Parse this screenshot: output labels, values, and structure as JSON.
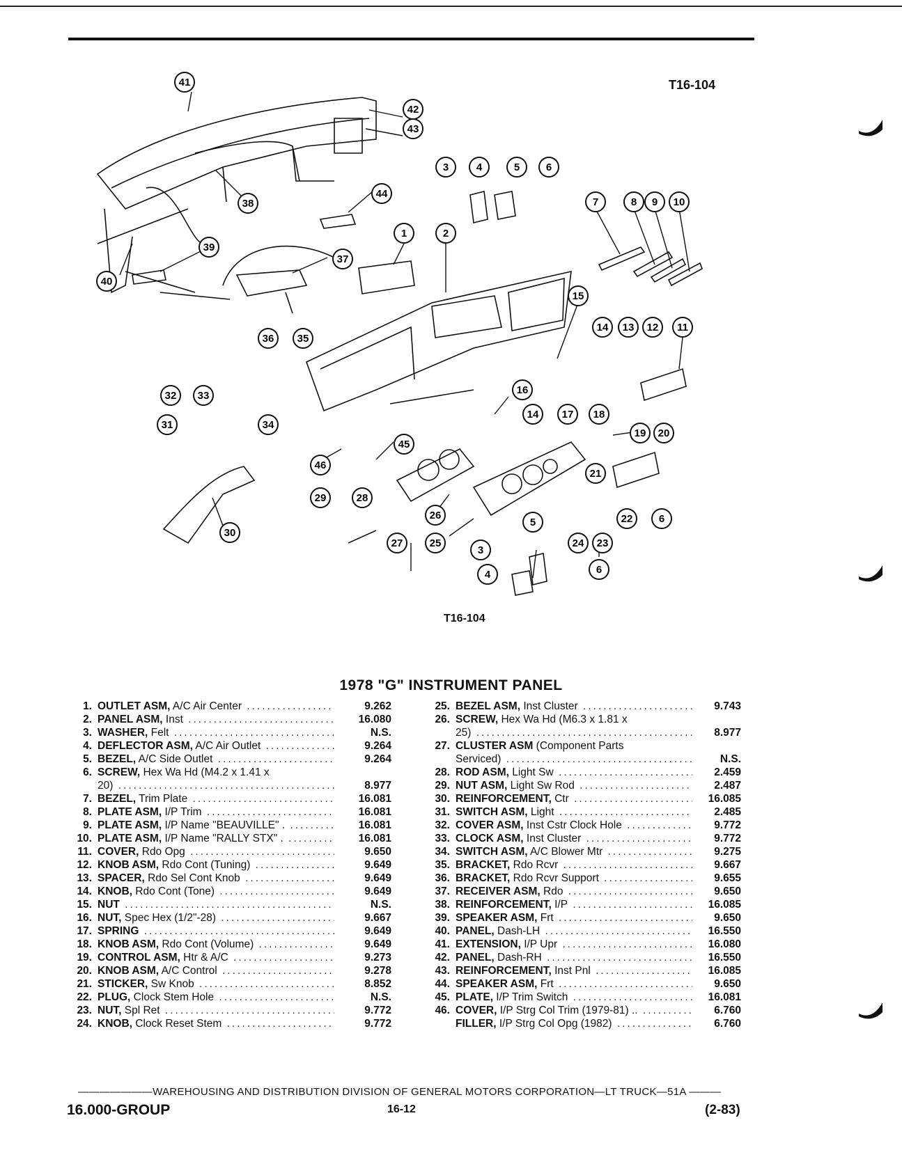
{
  "drawing_id_top": "T16-104",
  "drawing_id_bottom": "T16-104",
  "title": "1978 \"G\" INSTRUMENT PANEL",
  "parts_left": [
    {
      "no": "1.",
      "name": "OUTLET ASM,",
      "desc": " A/C Air Center",
      "page": "9.262"
    },
    {
      "no": "2.",
      "name": "PANEL ASM,",
      "desc": " Inst",
      "page": "16.080"
    },
    {
      "no": "3.",
      "name": "WASHER,",
      "desc": " Felt",
      "page": "N.S."
    },
    {
      "no": "4.",
      "name": "DEFLECTOR ASM,",
      "desc": " A/C Air Outlet",
      "page": "9.264"
    },
    {
      "no": "5.",
      "name": "BEZEL,",
      "desc": " A/C Side Outlet",
      "page": "9.264"
    },
    {
      "no": "6.",
      "name": "SCREW,",
      "desc": " Hex Wa Hd (M4.2 x 1.41 x",
      "page": ""
    },
    {
      "no": "",
      "name": "",
      "desc": "20)",
      "page": "8.977"
    },
    {
      "no": "7.",
      "name": "BEZEL,",
      "desc": " Trim Plate",
      "page": "16.081"
    },
    {
      "no": "8.",
      "name": "PLATE ASM,",
      "desc": " I/P Trim",
      "page": "16.081"
    },
    {
      "no": "9.",
      "name": "PLATE ASM,",
      "desc": " I/P Name \"BEAUVILLE\" .",
      "page": "16.081"
    },
    {
      "no": "10.",
      "name": "PLATE ASM,",
      "desc": " I/P Name \"RALLY STX\" .",
      "page": "16.081"
    },
    {
      "no": "11.",
      "name": "COVER,",
      "desc": " Rdo Opg",
      "page": "9.650"
    },
    {
      "no": "12.",
      "name": "KNOB ASM,",
      "desc": " Rdo Cont (Tuning)",
      "page": "9.649"
    },
    {
      "no": "13.",
      "name": "SPACER,",
      "desc": " Rdo Sel Cont Knob",
      "page": "9.649"
    },
    {
      "no": "14.",
      "name": "KNOB,",
      "desc": " Rdo Cont (Tone)",
      "page": "9.649"
    },
    {
      "no": "15.",
      "name": "NUT",
      "desc": "",
      "page": "N.S."
    },
    {
      "no": "16.",
      "name": "NUT,",
      "desc": " Spec Hex (1/2\"-28)",
      "page": "9.667"
    },
    {
      "no": "17.",
      "name": "SPRING",
      "desc": "",
      "page": "9.649"
    },
    {
      "no": "18.",
      "name": "KNOB ASM,",
      "desc": " Rdo Cont (Volume)",
      "page": "9.649"
    },
    {
      "no": "19.",
      "name": "CONTROL ASM,",
      "desc": " Htr & A/C",
      "page": "9.273"
    },
    {
      "no": "20.",
      "name": "KNOB ASM,",
      "desc": " A/C Control",
      "page": "9.278"
    },
    {
      "no": "21.",
      "name": "STICKER,",
      "desc": " Sw Knob",
      "page": "8.852"
    },
    {
      "no": "22.",
      "name": "PLUG,",
      "desc": " Clock Stem Hole",
      "page": "N.S."
    },
    {
      "no": "23.",
      "name": "NUT,",
      "desc": " Spl Ret",
      "page": "9.772"
    },
    {
      "no": "24.",
      "name": "KNOB,",
      "desc": " Clock Reset Stem",
      "page": "9.772"
    }
  ],
  "parts_right": [
    {
      "no": "25.",
      "name": "BEZEL ASM,",
      "desc": " Inst Cluster",
      "page": "9.743"
    },
    {
      "no": "26.",
      "name": "SCREW,",
      "desc": " Hex Wa Hd (M6.3 x 1.81 x",
      "page": ""
    },
    {
      "no": "",
      "name": "",
      "desc": "25)",
      "page": "8.977"
    },
    {
      "no": "27.",
      "name": "CLUSTER ASM",
      "desc": " (Component Parts",
      "page": ""
    },
    {
      "no": "",
      "name": "",
      "desc": "Serviced)",
      "page": "N.S."
    },
    {
      "no": "28.",
      "name": "ROD ASM,",
      "desc": " Light Sw",
      "page": "2.459"
    },
    {
      "no": "29.",
      "name": "NUT ASM,",
      "desc": " Light Sw Rod",
      "page": "2.487"
    },
    {
      "no": "30.",
      "name": "REINFORCEMENT,",
      "desc": " Ctr",
      "page": "16.085"
    },
    {
      "no": "31.",
      "name": "SWITCH ASM,",
      "desc": " Light",
      "page": "2.485"
    },
    {
      "no": "32.",
      "name": "COVER ASM,",
      "desc": " Inst Cstr Clock Hole",
      "page": "9.772"
    },
    {
      "no": "33.",
      "name": "CLOCK ASM,",
      "desc": " Inst Cluster",
      "page": "9.772"
    },
    {
      "no": "34.",
      "name": "SWITCH ASM,",
      "desc": " A/C Blower Mtr",
      "page": "9.275"
    },
    {
      "no": "35.",
      "name": "BRACKET,",
      "desc": " Rdo Rcvr",
      "page": "9.667"
    },
    {
      "no": "36.",
      "name": "BRACKET,",
      "desc": " Rdo Rcvr Support",
      "page": "9.655"
    },
    {
      "no": "37.",
      "name": "RECEIVER ASM,",
      "desc": " Rdo",
      "page": "9.650"
    },
    {
      "no": "38.",
      "name": "REINFORCEMENT,",
      "desc": " I/P",
      "page": "16.085"
    },
    {
      "no": "39.",
      "name": "SPEAKER ASM,",
      "desc": " Frt",
      "page": "9.650"
    },
    {
      "no": "40.",
      "name": "PANEL,",
      "desc": " Dash-LH",
      "page": "16.550"
    },
    {
      "no": "41.",
      "name": "EXTENSION,",
      "desc": " I/P Upr",
      "page": "16.080"
    },
    {
      "no": "42.",
      "name": "PANEL,",
      "desc": " Dash-RH",
      "page": "16.550"
    },
    {
      "no": "43.",
      "name": "REINFORCEMENT,",
      "desc": " Inst Pnl",
      "page": "16.085"
    },
    {
      "no": "44.",
      "name": "SPEAKER ASM,",
      "desc": " Frt",
      "page": "9.650"
    },
    {
      "no": "45.",
      "name": "PLATE,",
      "desc": " I/P Trim Switch",
      "page": "16.081"
    },
    {
      "no": "46.",
      "name": "COVER,",
      "desc": " I/P Strg Col Trim (1979-81) ..",
      "page": "6.760"
    },
    {
      "no": "",
      "name": "FILLER,",
      "desc": " I/P Strg Col Opg (1982)",
      "page": "6.760"
    }
  ],
  "footer": {
    "distribution": "———————WAREHOUSING AND DISTRIBUTION  DIVISION OF GENERAL MOTORS CORPORATION—LT TRUCK—51A  ———",
    "group": "16.000-GROUP",
    "page": "16-12",
    "date": "(2-83)"
  },
  "callouts": [
    "1",
    "2",
    "3",
    "4",
    "5",
    "6",
    "7",
    "8",
    "9",
    "10",
    "11",
    "12",
    "13",
    "14",
    "15",
    "16",
    "17",
    "18",
    "19",
    "20",
    "21",
    "22",
    "23",
    "24",
    "25",
    "26",
    "27",
    "28",
    "29",
    "30",
    "31",
    "32",
    "33",
    "34",
    "35",
    "36",
    "37",
    "38",
    "39",
    "40",
    "41",
    "42",
    "43",
    "44",
    "45",
    "46",
    "14",
    "3",
    "4",
    "5",
    "6",
    "6"
  ]
}
